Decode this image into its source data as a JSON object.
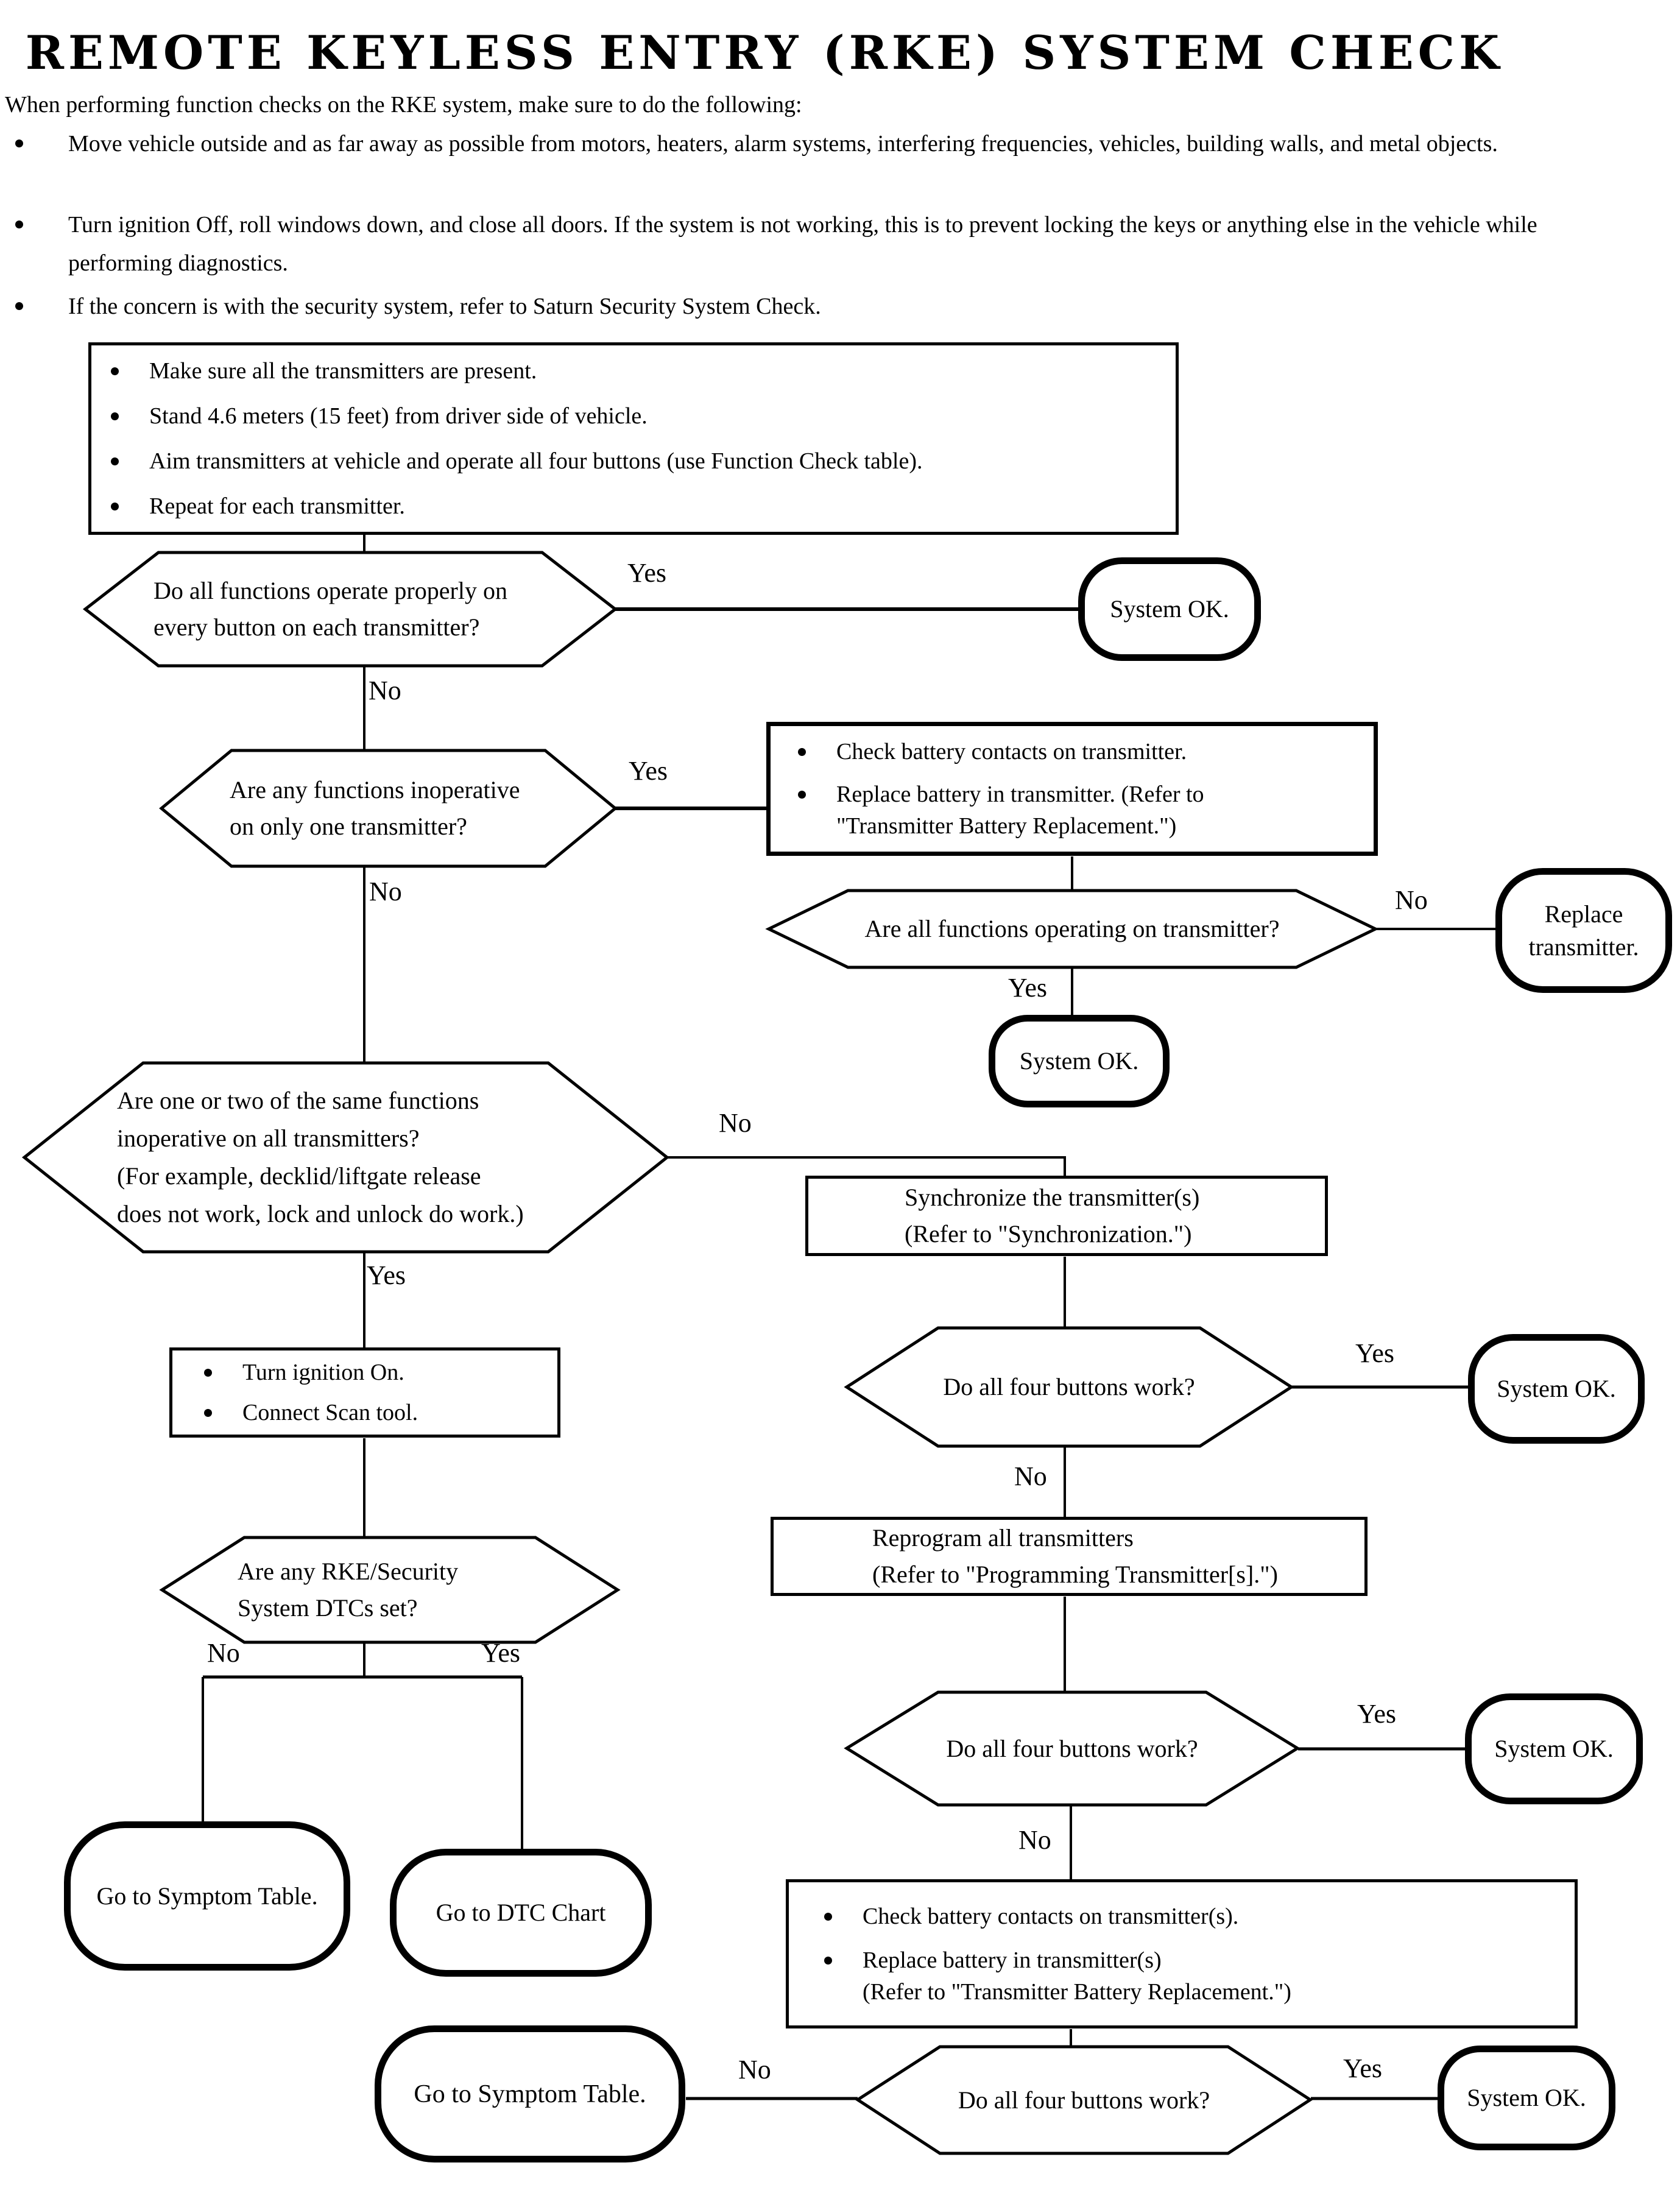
{
  "header": {
    "title": "REMOTE KEYLESS ENTRY (RKE) SYSTEM CHECK",
    "intro": "When performing function checks on the RKE system, make sure to do the following:",
    "notes": [
      "Move vehicle outside and as far away as possible from motors, heaters, alarm systems, interfering frequencies, vehicles, building walls, and metal objects.",
      "Turn ignition Off, roll windows down, and close all doors.  If the system is not working, this is to prevent locking the keys or anything else in the vehicle while performing diagnostics.",
      "If the concern is with the security system, refer to Saturn Security System Check."
    ]
  },
  "labels": {
    "yes": "Yes",
    "no": "No"
  },
  "procedure": {
    "items": [
      "Make sure all the transmitters are present.",
      "Stand 4.6 meters (15 feet) from driver side of vehicle.",
      "Aim transmitters at vehicle and operate all four buttons (use Function Check table).",
      "Repeat for each transmitter."
    ]
  },
  "decisions": {
    "d1": {
      "lines": [
        "Do all functions operate properly on",
        "every button on each transmitter?"
      ]
    },
    "d2": {
      "lines": [
        "Are any functions inoperative",
        "on only one transmitter?"
      ]
    },
    "d3": {
      "line": "Are all functions operating on transmitter?"
    },
    "d4": {
      "lines": [
        "Are one or two of the same functions",
        "inoperative on all transmitters?",
        "(For example, decklid/liftgate release",
        "does not work, lock and unlock do work.)"
      ]
    },
    "d5": {
      "line": "Do all four buttons work?"
    },
    "d6": {
      "line": "Do all four buttons work?"
    },
    "d7": {
      "line": "Do all four buttons work?"
    },
    "d8": {
      "lines": [
        "Are any RKE/Security",
        "System DTCs set?"
      ]
    }
  },
  "processes": {
    "battery_one": {
      "items": [
        {
          "lines": [
            "Check battery contacts on transmitter.",
            ""
          ]
        },
        {
          "lines": [
            "Replace battery in transmitter. (Refer to",
            "\"Transmitter Battery Replacement.\")"
          ]
        }
      ]
    },
    "synchronize": {
      "lines": [
        "Synchronize the transmitter(s)",
        "(Refer to \"Synchronization.\")"
      ]
    },
    "scan_tool": {
      "items": [
        "Turn ignition On.",
        "Connect Scan tool."
      ]
    },
    "reprogram": {
      "lines": [
        "Reprogram all transmitters",
        "(Refer to \"Programming Transmitter[s].\")"
      ]
    },
    "battery_all": {
      "items": [
        {
          "lines": [
            "Check battery contacts on transmitter(s).",
            ""
          ]
        },
        {
          "lines": [
            "Replace battery in transmitter(s)",
            "(Refer to \"Transmitter Battery Replacement.\")"
          ]
        }
      ]
    }
  },
  "terminals": {
    "system_ok": "System OK.",
    "replace_transmitter": {
      "lines": [
        "Replace",
        "transmitter."
      ]
    },
    "symptom_table": "Go to Symptom Table.",
    "dtc_chart": "Go to DTC Chart"
  }
}
